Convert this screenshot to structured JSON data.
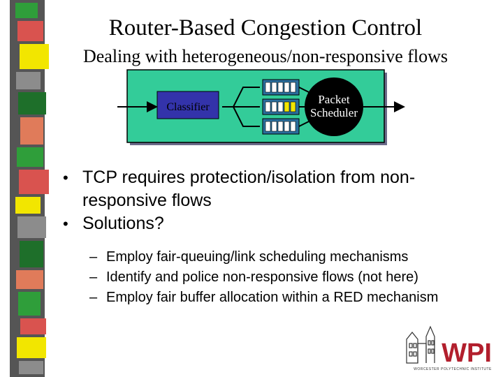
{
  "slide": {
    "title": "Router-Based Congestion Control",
    "subtitle": "Dealing with heterogeneous/non-responsive flows"
  },
  "diagram": {
    "classifier_label": "Classifier",
    "scheduler_label_line1": "Packet",
    "scheduler_label_line2": "Scheduler",
    "queue_count": 3,
    "colors": {
      "box": "#33cc99",
      "classifier": "#3333aa",
      "queue": "#2a6f9e",
      "scheduler": "#000000"
    }
  },
  "bullets": [
    {
      "marker": "•",
      "text": "TCP requires protection/isolation from non-responsive flows"
    },
    {
      "marker": "•",
      "text": "Solutions?"
    }
  ],
  "sub_bullets": [
    {
      "marker": "–",
      "text": "Employ fair-queuing/link scheduling mechanisms"
    },
    {
      "marker": "–",
      "text": "Identify and police non-responsive flows (not here)"
    },
    {
      "marker": "–",
      "text": "Employ fair buffer allocation within a RED mechanism"
    }
  ],
  "logo": {
    "text": "WPI",
    "tagline": "WORCESTER POLYTECHNIC INSTITUTE"
  },
  "stripe_colors": [
    "#2f9e3a",
    "#d9534f",
    "#f2e600",
    "#8c8c8c",
    "#1e6f2a",
    "#e07b5a"
  ]
}
